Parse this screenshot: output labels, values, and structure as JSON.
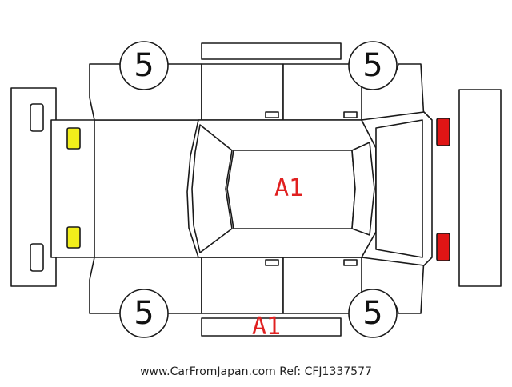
{
  "wheels": {
    "front_left": "5",
    "front_right": "5",
    "rear_left": "5",
    "rear_right": "5"
  },
  "damage": {
    "roof": "A1",
    "bottom_sill": "A1"
  },
  "colors": {
    "damage_text": "#e02020",
    "front_lamp": "#f2ef1b",
    "rear_lamp": "#e01515",
    "outline": "#1a1a1a"
  },
  "watermark": "www.CarFromJapan.com Ref: CFJ1337577"
}
